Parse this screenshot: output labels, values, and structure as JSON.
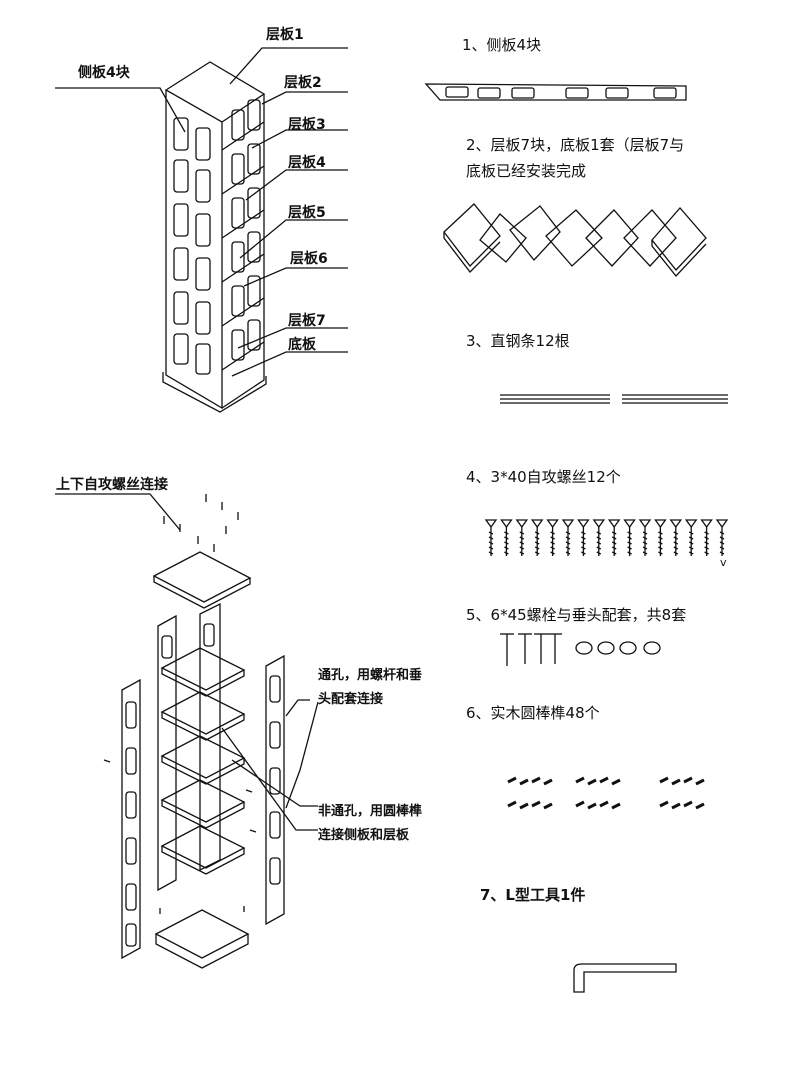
{
  "shelf_labels": [
    "层板1",
    "层板2",
    "层板3",
    "层板4",
    "层板5",
    "层板6",
    "层板7",
    "底板"
  ],
  "side_label": "侧板4块",
  "exploded": {
    "top_note": "上下自攻螺丝连接",
    "through_note_1": "通孔，用螺杆和垂",
    "through_note_2": "头配套连接",
    "blind_note_1": "非通孔，用圆棒榫",
    "blind_note_2": "连接侧板和层板"
  },
  "parts": [
    {
      "no": "1",
      "text": "1、侧板4块"
    },
    {
      "no": "2",
      "text": "2、层板7块，底板1套（层板7与",
      "text2": "底板已经安装完成"
    },
    {
      "no": "3",
      "text": "3、直钢条12根"
    },
    {
      "no": "4",
      "text": "4、3*40自攻螺丝12个"
    },
    {
      "no": "5",
      "text": "5、6*45螺栓与垂头配套，共8套"
    },
    {
      "no": "6",
      "text": "6、实木圆棒榫48个"
    },
    {
      "no": "7",
      "text": "7、L型工具1件"
    }
  ],
  "screw_tag": "v",
  "colors": {
    "ink": "#111111",
    "paper": "#ffffff"
  }
}
